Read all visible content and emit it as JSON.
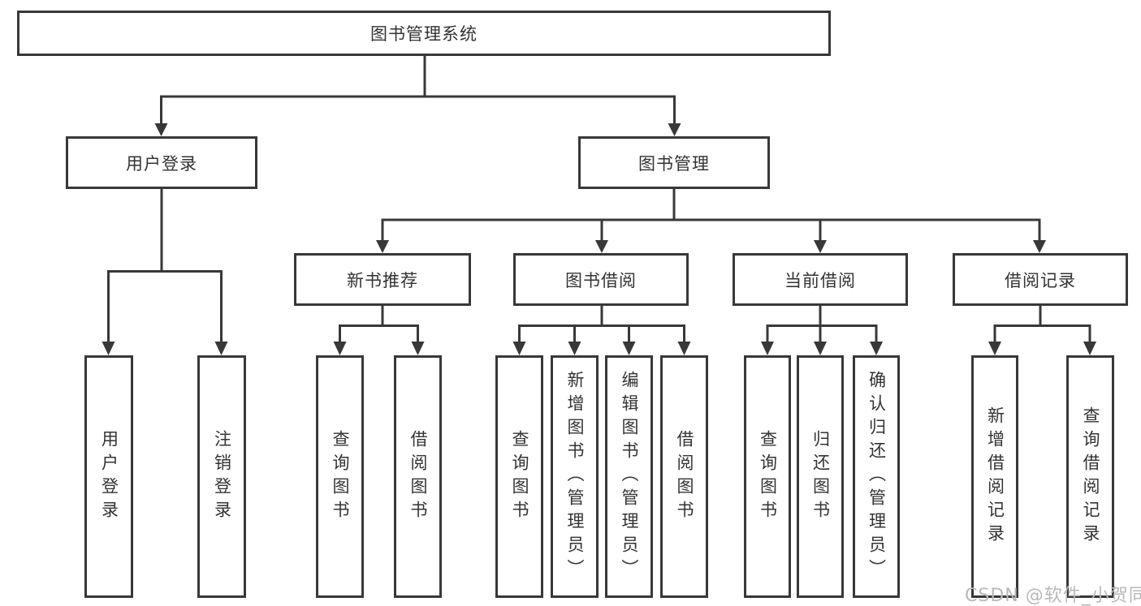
{
  "diagram": {
    "type": "hierarchy-tree",
    "colors": {
      "background": "#ffffff",
      "line": "#383838",
      "box_border": "#383838",
      "text": "#333333",
      "watermark": "#b9b9b9"
    },
    "tree": {
      "root": {
        "label": "图书管理系统"
      },
      "children": [
        {
          "label": "用户登录",
          "children": [
            {
              "label": "用户登录"
            },
            {
              "label": "注销登录"
            }
          ]
        },
        {
          "label": "图书管理",
          "children": [
            {
              "label": "新书推荐",
              "children": [
                {
                  "label": "查询图书"
                },
                {
                  "label": "借阅图书"
                }
              ]
            },
            {
              "label": "图书借阅",
              "children": [
                {
                  "label": "查询图书"
                },
                {
                  "label": "新增图书（管理员）"
                },
                {
                  "label": "编辑图书（管理员）"
                },
                {
                  "label": "借阅图书"
                }
              ]
            },
            {
              "label": "当前借阅",
              "children": [
                {
                  "label": "查询图书"
                },
                {
                  "label": "归还图书"
                },
                {
                  "label": "确认归还（管理员）"
                }
              ]
            },
            {
              "label": "借阅记录",
              "children": [
                {
                  "label": "新增借阅记录"
                },
                {
                  "label": "查询借阅记录"
                }
              ]
            }
          ]
        }
      ]
    },
    "watermark": {
      "text": "CSDN @软件_小贺同学"
    }
  }
}
